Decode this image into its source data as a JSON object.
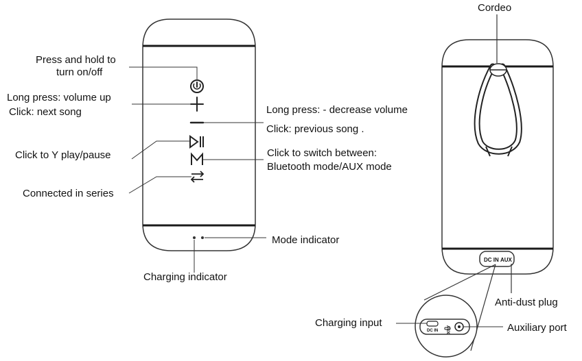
{
  "labels": {
    "power": [
      "Press and hold to",
      "turn on/off"
    ],
    "volume_up": [
      "Long press: volume up",
      "Click: next song"
    ],
    "play": "Click to Y  play/pause",
    "series": "Connected in series",
    "vol_down": [
      "Long press: - decrease volume",
      "Click: previous  song ."
    ],
    "mode_switch": [
      "Click to switch between:",
      "Bluetooth mode/AUX mode"
    ],
    "mode_indicator": "Mode indicator",
    "charging_indicator": "Charging indicator",
    "cordeo": "Cordeo",
    "anti_dust": "Anti-dust plug",
    "charging_input": "Charging input",
    "aux_port": "Auxiliary port"
  },
  "port_labels": {
    "dc": "DC IN",
    "aux": "AUX"
  },
  "icons": {
    "power": "power-icon",
    "plus": "plus-icon",
    "minus": "minus-icon",
    "play": "play-pause-icon",
    "mode": "mode-m-icon",
    "series": "series-arrows-icon"
  },
  "colors": {
    "line": "#333333",
    "band": "#1a1a1a",
    "text": "#111111"
  }
}
